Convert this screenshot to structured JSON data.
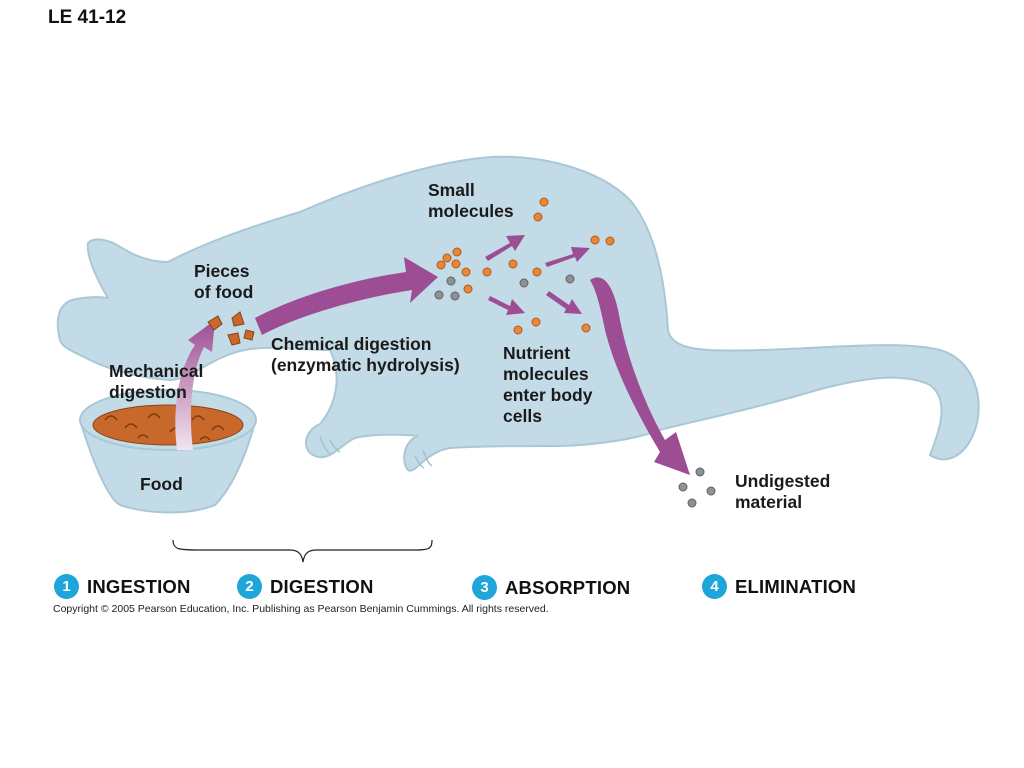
{
  "figure_id": "LE 41-12",
  "labels": {
    "pieces_of_food": "Pieces\nof food",
    "small_molecules": "Small\nmolecules",
    "chemical_digestion": "Chemical digestion\n(enzymatic hydrolysis)",
    "mechanical_digestion": "Mechanical\ndigestion",
    "nutrient_molecules": "Nutrient\nmolecules\nenter body\ncells",
    "food": "Food",
    "undigested_material": "Undigested\nmaterial"
  },
  "stages": [
    {
      "number": "1",
      "name": "INGESTION"
    },
    {
      "number": "2",
      "name": "DIGESTION"
    },
    {
      "number": "3",
      "name": "ABSORPTION"
    },
    {
      "number": "4",
      "name": "ELIMINATION"
    }
  ],
  "copyright": "Copyright ©  2005 Pearson Education, Inc. Publishing as Pearson Benjamin Cummings. All rights reserved.",
  "colors": {
    "cat_body": "#c3dbe6",
    "cat_outline": "#a9c8d6",
    "arrow": "#9c4d93",
    "orange_molecule": "#e8873a",
    "gray_molecule": "#8d9296",
    "food_pieces": "#c8682a",
    "badge": "#1ea5d9"
  }
}
